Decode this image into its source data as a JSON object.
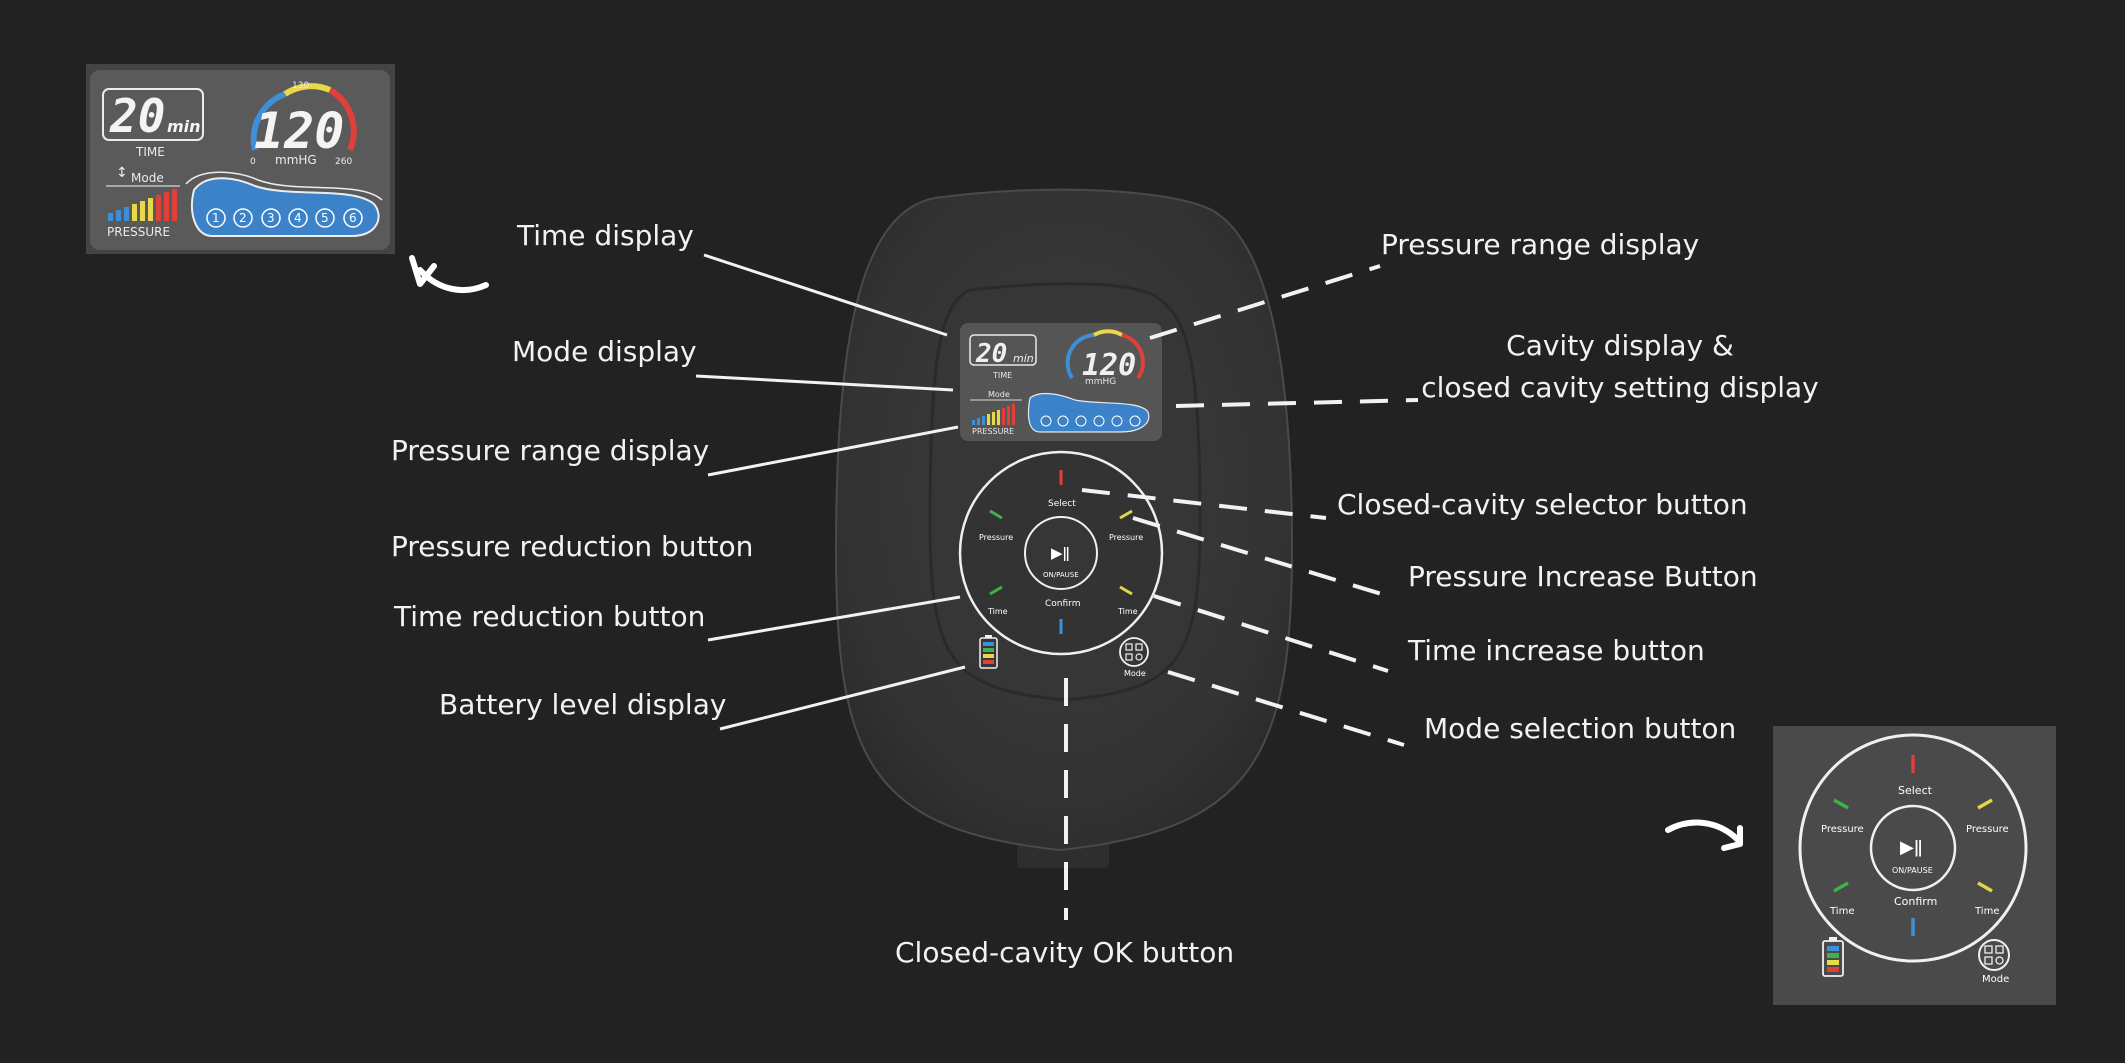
{
  "labels": {
    "time_display": "Time display",
    "mode_display": "Mode display",
    "pressure_range_display_left": "Pressure range display",
    "pressure_reduction_button": "Pressure reduction button",
    "time_reduction_button": "Time reduction button",
    "battery_level_display": "Battery level display",
    "pressure_range_display_right": "Pressure range display",
    "cavity_display_line1": "Cavity display &",
    "cavity_display_line2": "closed cavity setting display",
    "closed_cavity_selector_button": "Closed-cavity selector button",
    "pressure_increase_button": "Pressure Increase Button",
    "time_increase_button": "Time increase button",
    "mode_selection_button": "Mode selection button",
    "closed_cavity_ok_button": "Closed-cavity OK button"
  },
  "lcd": {
    "time_value": "20",
    "time_unit": "min",
    "time_caption": "TIME",
    "pressure_value": "120",
    "pressure_unit": "mmHG",
    "gauge_min": "0",
    "gauge_mid": "130",
    "gauge_max": "260",
    "mode_caption": "Mode",
    "pressure_caption": "PRESSURE",
    "cavities": [
      "1",
      "2",
      "3",
      "4",
      "5",
      "6"
    ]
  },
  "panel": {
    "select": "Select",
    "confirm": "Confirm",
    "pressure_left": "Pressure",
    "pressure_right": "Pressure",
    "time_left": "Time",
    "time_right": "Time",
    "on_pause": "ON/PAUSE",
    "mode": "Mode"
  },
  "colors": {
    "background": "#222222",
    "device_body": "#3a3a3a",
    "lcd_background": "#5a5a5a",
    "gauge_blue": "#3d8fd6",
    "gauge_yellow": "#e9d84a",
    "gauge_red": "#e0403a",
    "cavity_blue": "#3b82c8",
    "tick_green": "#3fb24a",
    "tick_yellow": "#dfd64a",
    "tick_red": "#e0403a",
    "tick_blue": "#3d8fd6"
  }
}
